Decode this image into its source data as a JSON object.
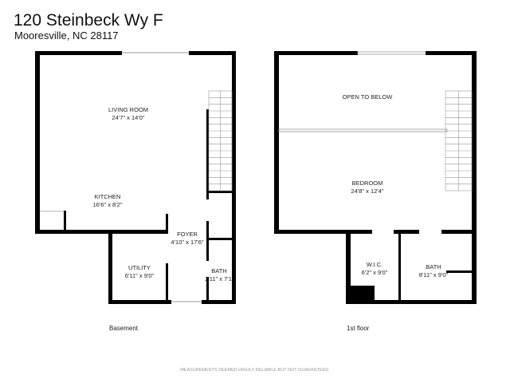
{
  "header": {
    "title": "120 Steinbeck Wy F",
    "subtitle": "Mooresville, NC 28117"
  },
  "floors": [
    {
      "label": "Basement",
      "rooms": [
        {
          "name": "LIVING ROOM",
          "size": "24'7\" x 14'0\""
        },
        {
          "name": "KITCHEN",
          "size": "16'6\" x 8'2\""
        },
        {
          "name": "FOYER",
          "size": "4'10\" x 17'6\""
        },
        {
          "name": "UTILITY",
          "size": "6'11\" x 9'0\""
        },
        {
          "name": "BATH",
          "size": "2'11\" x 7'1"
        }
      ]
    },
    {
      "label": "1st floor",
      "rooms": [
        {
          "name": "OPEN TO BELOW",
          "size": ""
        },
        {
          "name": "BEDROOM",
          "size": "24'8\" x 12'4\""
        },
        {
          "name": "W.I.C.",
          "size": "6'2\" x 9'0\""
        },
        {
          "name": "BATH",
          "size": "8'11\" x 9'0\""
        }
      ]
    }
  ],
  "footer": "MEASUREMENTS DEEMED HIGHLY RELIABLE BUT NOT GUARANTEED.",
  "colors": {
    "wall": "#000000",
    "window": "#bbbbbb",
    "text": "#222222"
  }
}
